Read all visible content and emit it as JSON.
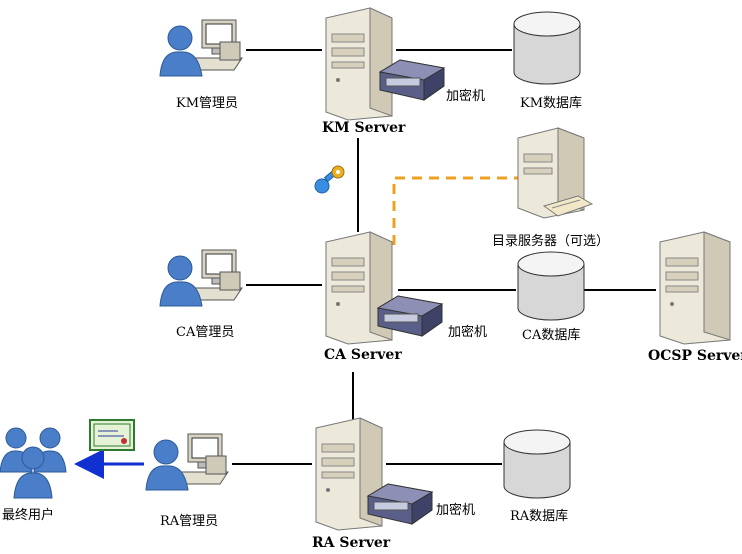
{
  "labels": {
    "km_admin": "KM管理员",
    "km_server": "KM Server",
    "km_encryptor": "加密机",
    "km_db": "KM数据库",
    "dir_server": "目录服务器（可选）",
    "ca_admin": "CA管理员",
    "ca_server": "CA Server",
    "ca_encryptor": "加密机",
    "ca_db": "CA数据库",
    "ocsp_server": "OCSP Server",
    "end_users": "最终用户",
    "ra_admin": "RA管理员",
    "ra_server": "RA Server",
    "ra_encryptor": "加密机",
    "ra_db": "RA数据库"
  },
  "colors": {
    "line": "#000000",
    "dashed": "#f0a020",
    "arrow": "#1030d0",
    "person": "#4a7ec8",
    "server": "#e8e4d4",
    "encryptor": "#5a5f8a"
  },
  "icons": [
    "admin-computer-icon",
    "server-tower-icon",
    "encryptor-icon",
    "database-cylinder-icon",
    "key-icon",
    "certificate-icon",
    "users-group-icon"
  ]
}
